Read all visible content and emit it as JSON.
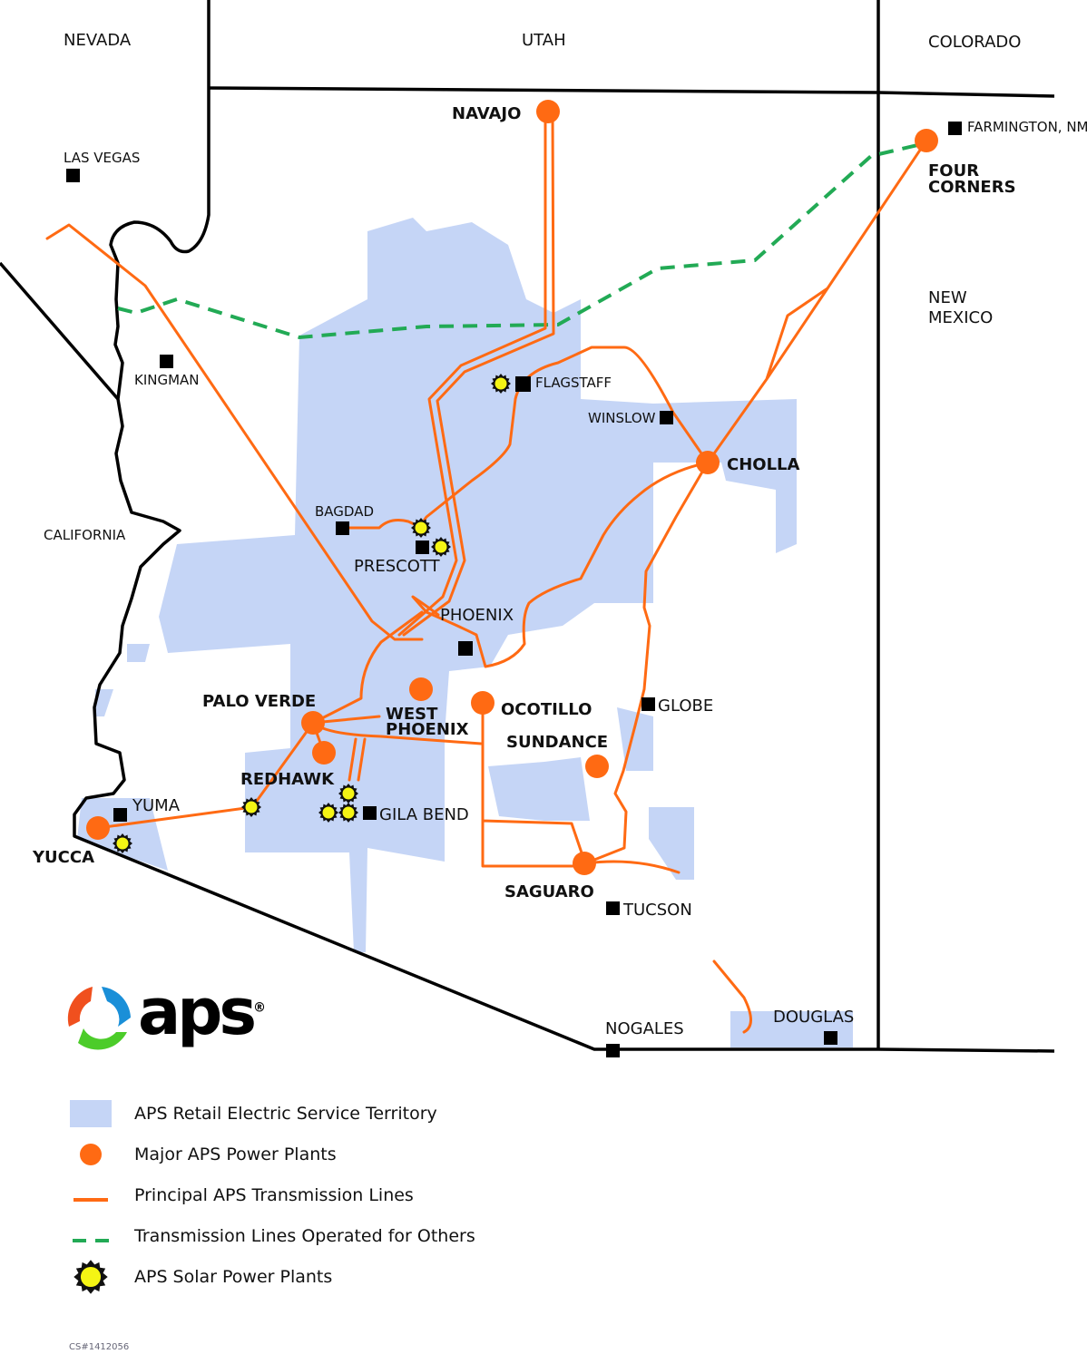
{
  "colors": {
    "territory": "#c5d5f6",
    "plant": "#ff6a13",
    "transmission": "#ff6a13",
    "others": "#22aa55",
    "solar": "#f5f514"
  },
  "states": {
    "nevada": "NEVADA",
    "utah": "UTAH",
    "colorado": "COLORADO",
    "new_mexico_1": "NEW",
    "new_mexico_2": "MEXICO",
    "california": "CALIFORNIA"
  },
  "cities": {
    "las_vegas": "LAS VEGAS",
    "kingman": "KINGMAN",
    "flagstaff": "FLAGSTAFF",
    "winslow": "WINSLOW",
    "bagdad": "BAGDAD",
    "prescott": "PRESCOTT",
    "phoenix": "PHOENIX",
    "globe": "GLOBE",
    "gila_bend": "GILA BEND",
    "yuma": "YUMA",
    "tucson": "TUCSON",
    "nogales": "NOGALES",
    "douglas": "DOUGLAS",
    "farmington": "FARMINGTON, NM"
  },
  "power_plants": {
    "navajo": "NAVAJO",
    "four_corners_1": "FOUR",
    "four_corners_2": "CORNERS",
    "cholla": "CHOLLA",
    "palo_verde": "PALO VERDE",
    "redhawk": "REDHAWK",
    "west_phoenix_1": "WEST",
    "west_phoenix_2": "PHOENIX",
    "ocotillo": "OCOTILLO",
    "sundance": "SUNDANCE",
    "saguaro": "SAGUARO",
    "yucca": "YUCCA"
  },
  "logo": {
    "text": "aps",
    "mark": "®"
  },
  "legend": [
    {
      "label": "APS Retail Electric Service Territory"
    },
    {
      "label": "Major APS Power Plants"
    },
    {
      "label": "Principal  APS Transmission Lines"
    },
    {
      "label": "Transmission Lines Operated for Others"
    },
    {
      "label": "APS Solar Power Plants"
    }
  ],
  "catalog_number": "CS#1412056"
}
